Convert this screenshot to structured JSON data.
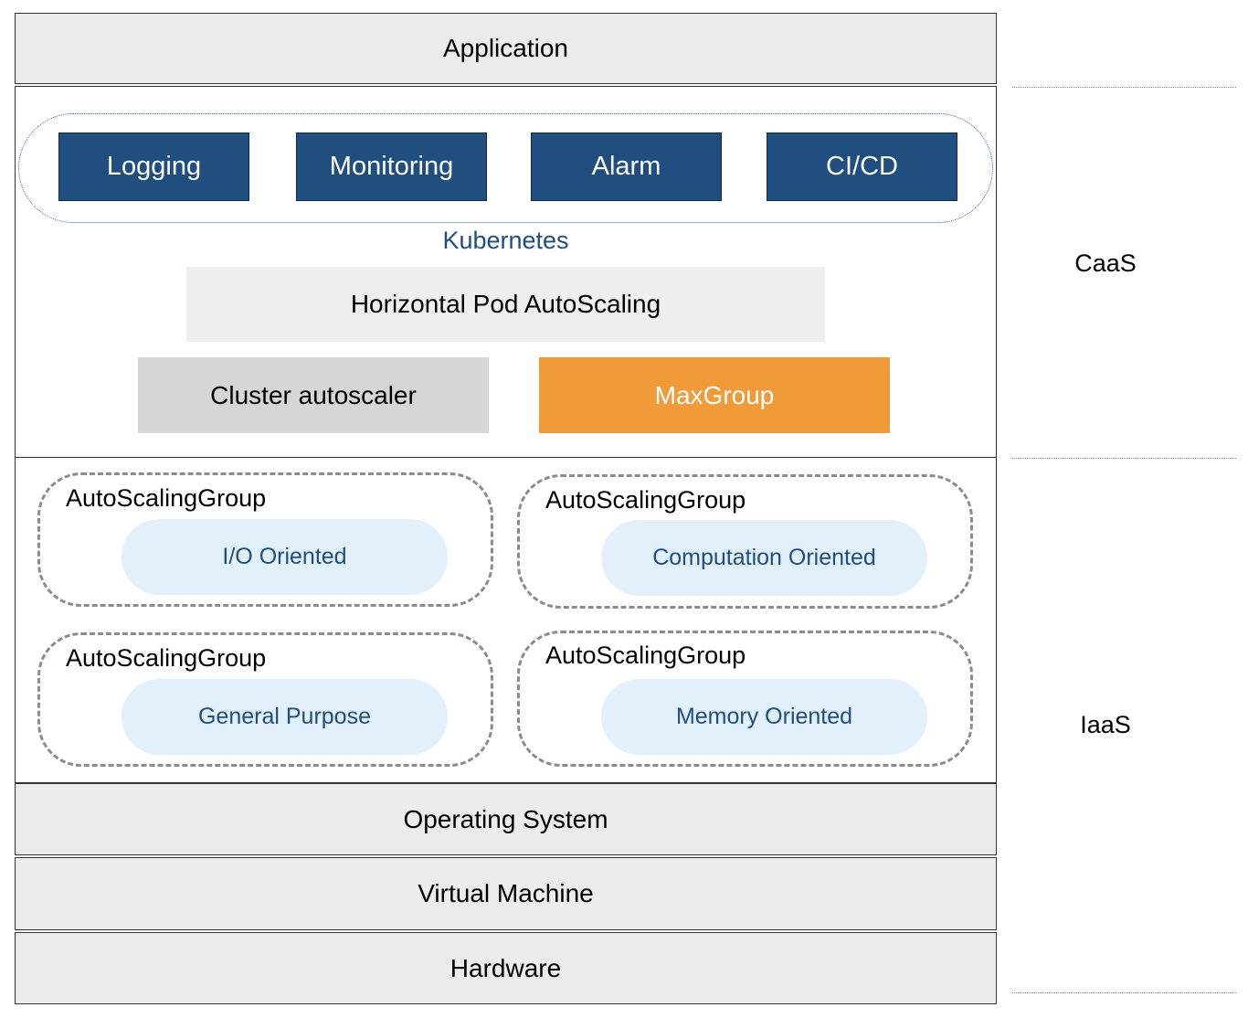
{
  "layers": {
    "application": "Application",
    "operating_system": "Operating System",
    "virtual_machine": "Virtual Machine",
    "hardware": "Hardware"
  },
  "caas": {
    "tools": [
      "Logging",
      "Monitoring",
      "Alarm",
      "CI/CD"
    ],
    "kubernetes_label": "Kubernetes",
    "hpa": "Horizontal Pod AutoScaling",
    "cluster_autoscaler": "Cluster autoscaler",
    "maxgroup": "MaxGroup"
  },
  "iaas": {
    "groups": [
      {
        "label": "AutoScalingGroup",
        "type": "I/O Oriented"
      },
      {
        "label": "AutoScalingGroup",
        "type": "Computation Oriented"
      },
      {
        "label": "AutoScalingGroup",
        "type": "General Purpose"
      },
      {
        "label": "AutoScalingGroup",
        "type": "Memory Oriented"
      }
    ]
  },
  "side_labels": {
    "caas": "CaaS",
    "iaas": "IaaS"
  },
  "colors": {
    "tool_box": "#1f4e7f",
    "maxgroup": "#f09a3a",
    "cluster_autoscaler": "#d6d6d6",
    "asg_pill": "#e1f0fb",
    "layer_gray": "#ececec"
  }
}
